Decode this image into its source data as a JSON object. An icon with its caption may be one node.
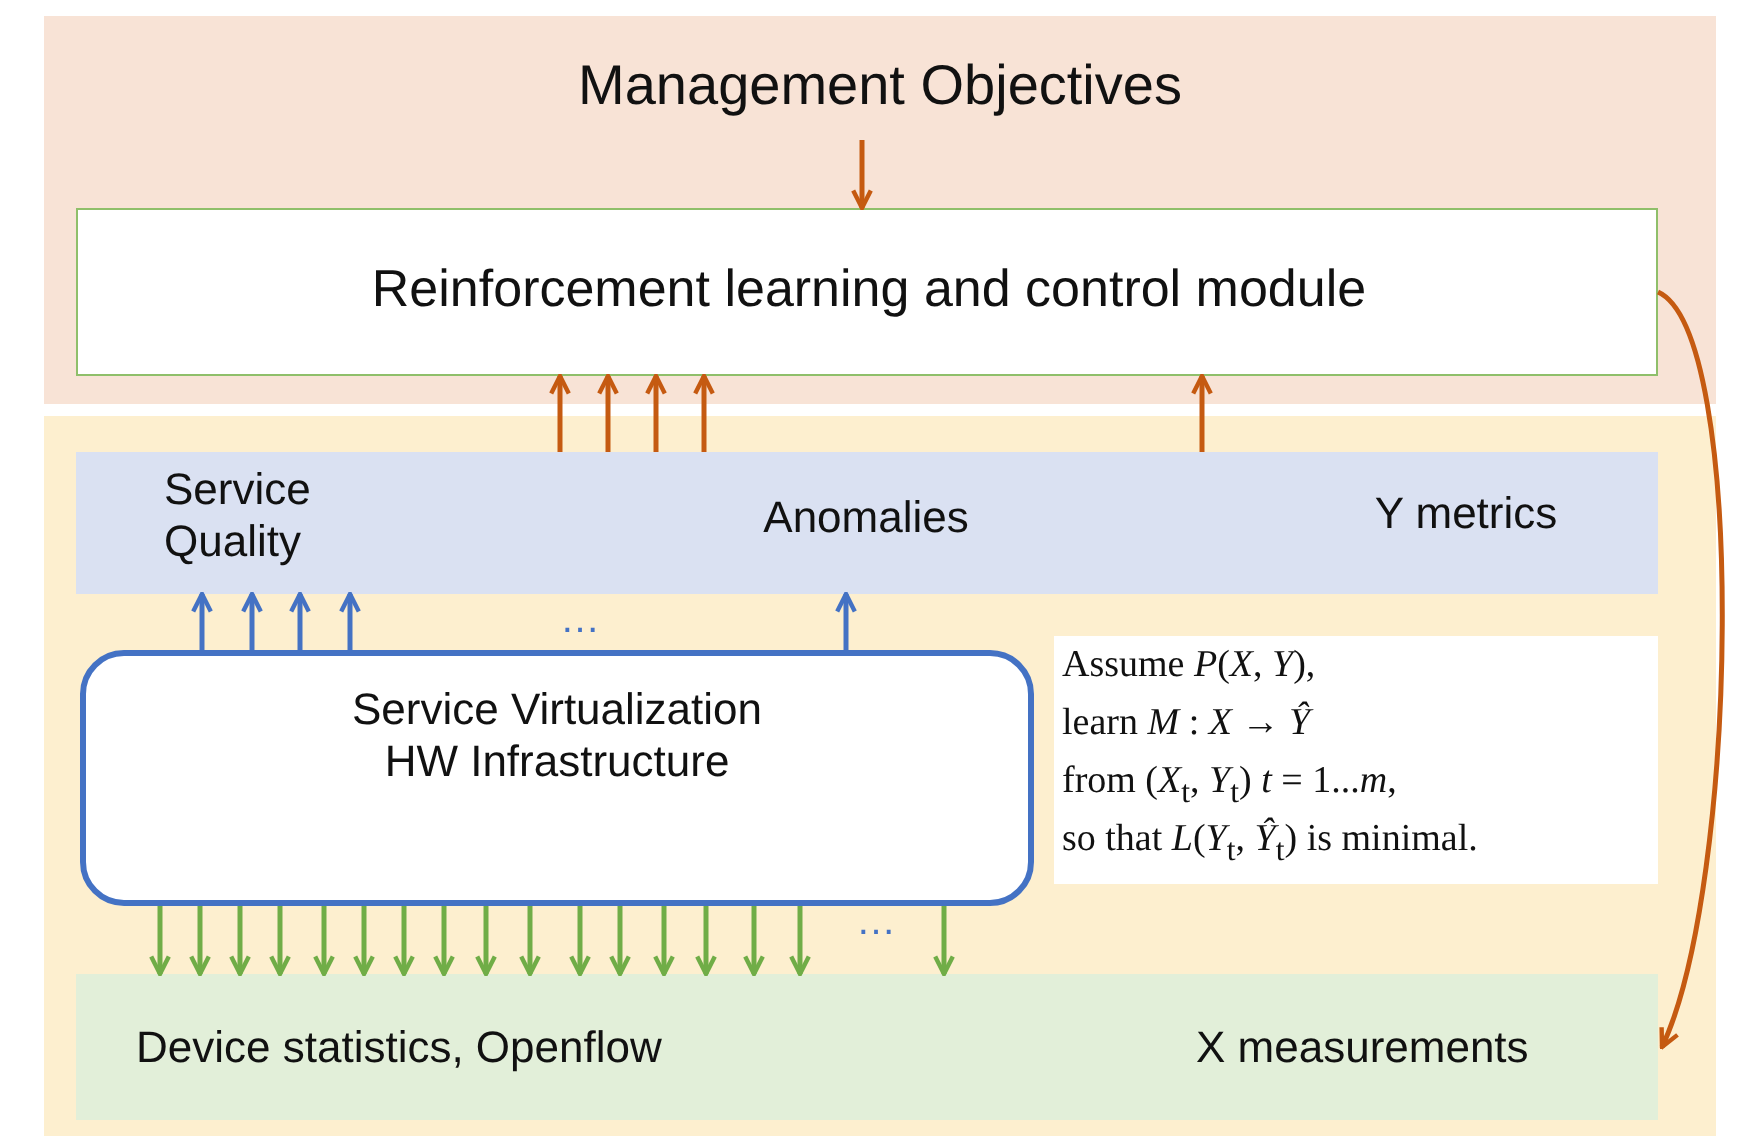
{
  "diagram": {
    "nodes": [
      {
        "text": [
          "Management Objectives"
        ]
      },
      {
        "text": [
          "Reinforcement learning and control module"
        ],
        "in": 0
      },
      {
        "text": [],
        "shape": "box"
      },
      {
        "text": [
          "Service Quality",
          "Anomalies",
          "Y metrics"
        ],
        "in": 2
      },
      {
        "text": [
          "Service Virtualization HW Infrastructure"
        ],
        "in": 2
      },
      {
        "text": [
          "Assume *P*(*X*, *Y*),",
          "learn *M* : *X* → *Ŷ*",
          "from (*X*$_{t}$, *Y*$_{t}$) *t* = 1...*m*,",
          "so that *L*(*Y*$_{t}$, *Ŷ*$_{t}$) is minimal."
        ],
        "in": 2
      },
      {
        "text": [
          "Device statistics, Openflow",
          "X measurements"
        ],
        "in": 2
      }
    ],
    "edges": [
      {
        "from": null,
        "to": 1,
        "arrow": "to",
        "color": "#c55a11"
      },
      {
        "from": 3,
        "to": 1,
        "arrow": "to",
        "color": "#c55a11"
      },
      {
        "from": 3,
        "to": 1,
        "arrow": "to",
        "color": "#c55a11"
      },
      {
        "from": 3,
        "to": 1,
        "arrow": "to",
        "color": "#c55a11"
      },
      {
        "from": 3,
        "to": 1,
        "arrow": "to",
        "color": "#c55a11"
      },
      {
        "from": 3,
        "to": 1,
        "arrow": "to",
        "color": "#c55a11"
      },
      {
        "from": 4,
        "to": 3,
        "arrow": "to",
        "color": "#4472c4"
      },
      {
        "from": 4,
        "to": 3,
        "arrow": "to",
        "color": "#4472c4"
      },
      {
        "from": 4,
        "to": 3,
        "arrow": "to",
        "color": "#4472c4"
      },
      {
        "from": 4,
        "to": 3,
        "arrow": "to",
        "color": "#4472c4"
      },
      {
        "from": 4,
        "to": 3,
        "arrow": "to",
        "color": "#4472c4"
      },
      {
        "from": 4,
        "to": 6,
        "arrow": "to"
      },
      {
        "from": 4,
        "to": 6,
        "arrow": "to"
      },
      {
        "from": 4,
        "to": 6,
        "arrow": "to"
      },
      {
        "from": 4,
        "to": 6,
        "arrow": "to"
      },
      {
        "from": 4,
        "to": 6,
        "arrow": "to"
      },
      {
        "from": 4,
        "to": 6,
        "arrow": "to"
      },
      {
        "from": 4,
        "to": 6,
        "arrow": "to"
      },
      {
        "from": 4,
        "to": 6,
        "arrow": "to"
      },
      {
        "from": 4,
        "to": 6,
        "arrow": "to"
      },
      {
        "from": 4,
        "to": 6,
        "arrow": "to"
      },
      {
        "from": 4,
        "to": 6,
        "arrow": "to"
      },
      {
        "from": 4,
        "to": 6,
        "arrow": "to"
      },
      {
        "from": 4,
        "to": 6,
        "arrow": "to"
      },
      {
        "from": 4,
        "to": 6,
        "arrow": "to"
      },
      {
        "from": 4,
        "to": 6,
        "arrow": "to"
      },
      {
        "from": 4,
        "to": 6,
        "arrow": "to"
      },
      {
        "from": 4,
        "to": 6,
        "arrow": "to"
      },
      {
        "from": 1,
        "to": 6,
        "arrow": "to",
        "color": "#c55a11"
      }
    ],
    "labels": [
      "…",
      "…"
    ]
  }
}
